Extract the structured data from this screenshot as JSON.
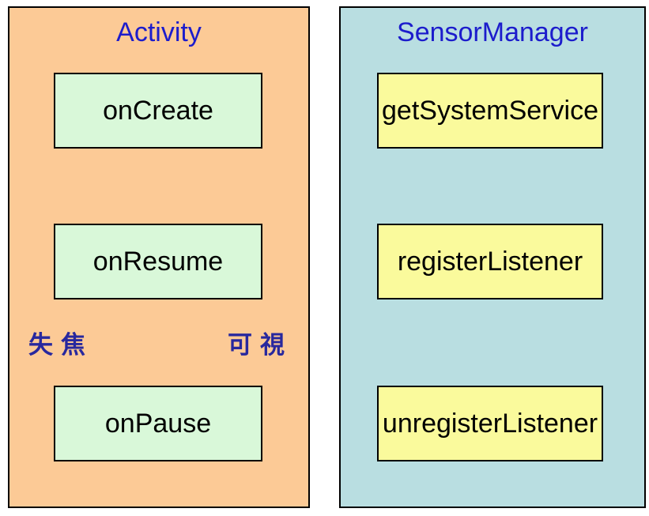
{
  "diagram": {
    "left_panel": {
      "title": "Activity",
      "boxes": [
        {
          "label": "onCreate"
        },
        {
          "label": "onResume"
        },
        {
          "label": "onPause"
        }
      ],
      "annotations": [
        {
          "label": "失焦",
          "meaning": "lose-focus"
        },
        {
          "label": "可視",
          "meaning": "visible"
        }
      ]
    },
    "right_panel": {
      "title": "SensorManager",
      "boxes": [
        {
          "label": "getSystemService"
        },
        {
          "label": "registerListener"
        },
        {
          "label": "unregisterListener"
        }
      ]
    },
    "colors": {
      "page_background": "#FFFFFF",
      "left_panel_fill": "#FCCA96",
      "right_panel_fill": "#B9DEE1",
      "green_box_fill": "#D9F8D9",
      "yellow_box_fill": "#FAFA9C",
      "title_text": "#1C1CCC",
      "annotation_text": "#28289E",
      "box_text": "#000000",
      "border": "#000000"
    }
  }
}
